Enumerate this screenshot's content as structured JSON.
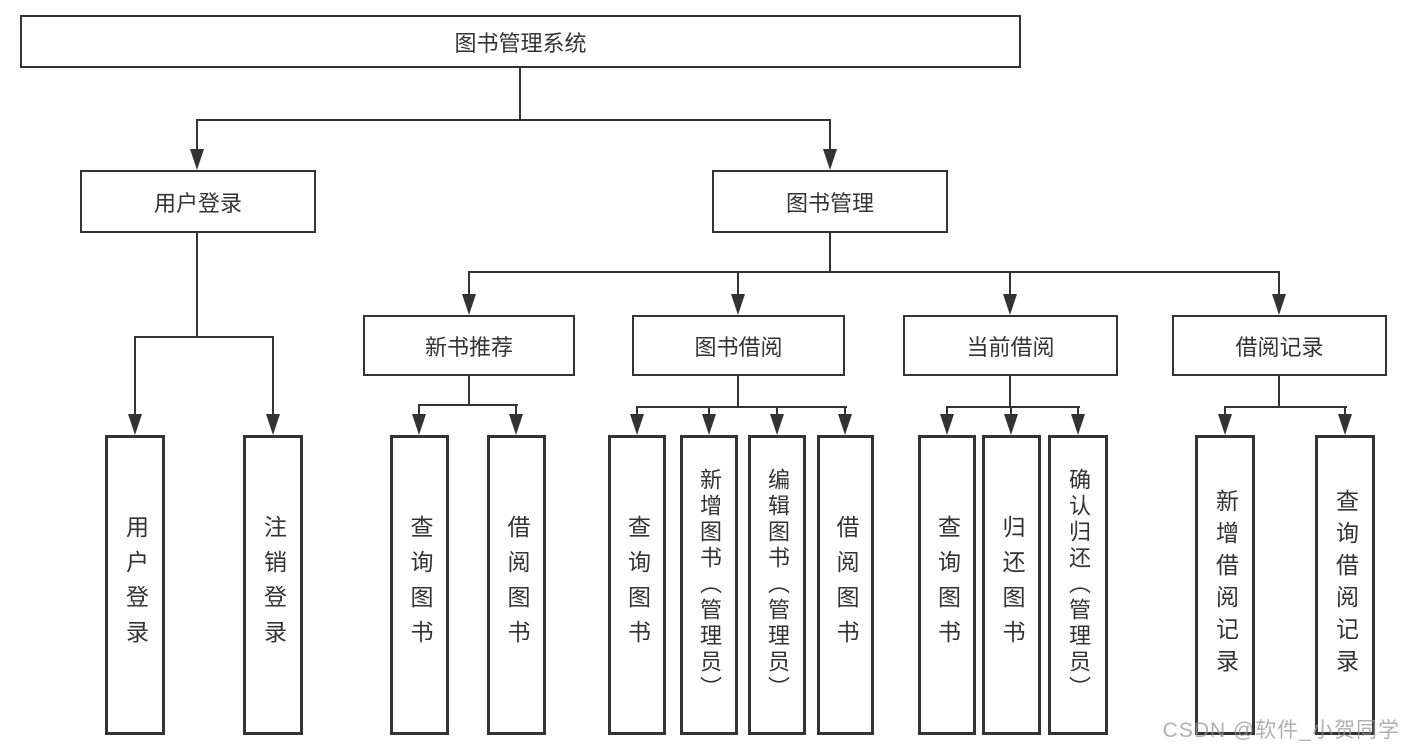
{
  "diagram": {
    "root": "图书管理系统",
    "level2": [
      "用户登录",
      "图书管理"
    ],
    "level3": [
      "新书推荐",
      "图书借阅",
      "当前借阅",
      "借阅记录"
    ],
    "leaves": [
      "用户登录",
      "注销登录",
      "查询图书",
      "借阅图书",
      "查询图书",
      "新增图书（管理员）",
      "编辑图书（管理员）",
      "借阅图书",
      "查询图书",
      "归还图书",
      "确认归还（管理员）",
      "新增借阅记录",
      "查询借阅记录"
    ],
    "line_color": "#333333"
  },
  "watermark": "CSDN @软件_小贺同学"
}
